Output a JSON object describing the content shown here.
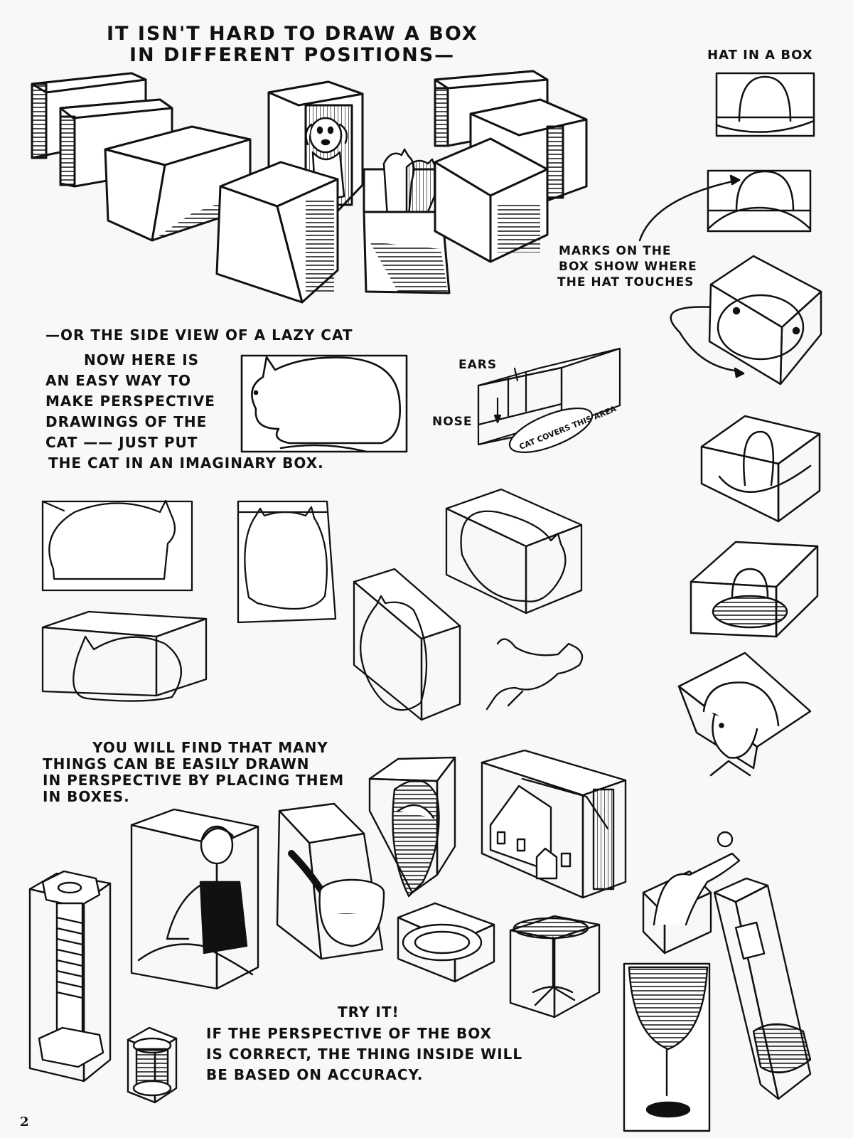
{
  "page": {
    "title_lines": [
      "IT ISN'T HARD TO DRAW A BOX",
      "IN DIFFERENT POSITIONS—"
    ],
    "hat_heading": "HAT IN A BOX",
    "hat_marks_lines": [
      "MARKS ON THE",
      "BOX SHOW WHERE",
      "THE HAT TOUCHES"
    ],
    "cat_side_view": "—OR THE SIDE VIEW OF A LAZY CAT",
    "cat_paragraph_lines": [
      "NOW HERE IS",
      "AN EASY WAY TO",
      "MAKE PERSPECTIVE",
      "DRAWINGS OF THE",
      "CAT —— JUST PUT"
    ],
    "cat_paragraph_last": "THE CAT IN AN IMAGINARY BOX.",
    "label_ears": "EARS",
    "label_nose": "NOSE",
    "cat_area_label": "CAT COVERS THIS AREA",
    "boxes_paragraph_lines": [
      "YOU WILL FIND THAT MANY",
      "THINGS CAN BE EASILY DRAWN",
      "IN PERSPECTIVE BY PLACING THEM",
      "IN BOXES."
    ],
    "try_it": "TRY IT!",
    "conclusion_lines": [
      "IF THE PERSPECTIVE OF THE BOX",
      "IS CORRECT, THE THING INSIDE WILL",
      "BE BASED ON ACCURACY."
    ],
    "page_number": "2"
  }
}
